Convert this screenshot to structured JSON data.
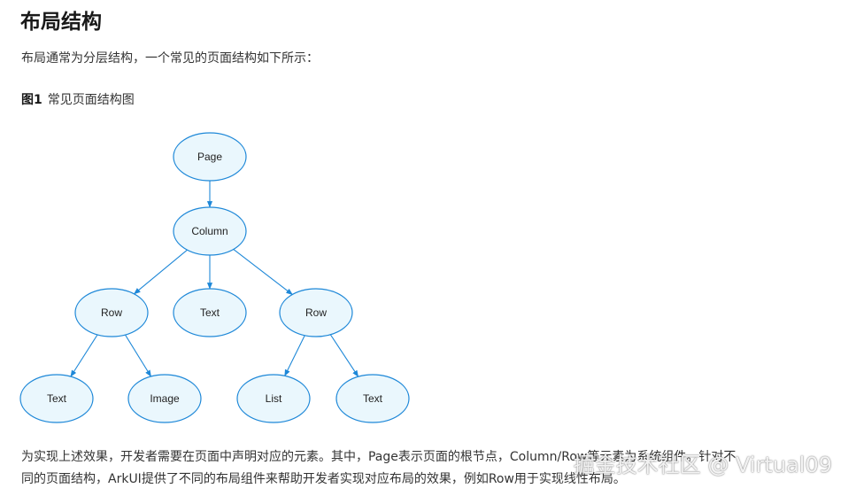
{
  "article": {
    "title": "布局结构",
    "intro": "布局通常为分层结构，一个常见的页面结构如下所示：",
    "figure": {
      "number": "图1",
      "caption": "常见页面结构图"
    },
    "body_line_1": "为实现上述效果，开发者需要在页面中声明对应的元素。其中，Page表示页面的根节点，Column/Row等元素为系统组件。针对不",
    "body_line_2": "同的页面结构，ArkUI提供了不同的布局组件来帮助开发者实现对应布局的效果，例如Row用于实现线性布局。"
  },
  "diagram": {
    "nodes": [
      {
        "id": "page",
        "label": "Page"
      },
      {
        "id": "column",
        "label": "Column"
      },
      {
        "id": "row-left",
        "label": "Row"
      },
      {
        "id": "text-middle",
        "label": "Text"
      },
      {
        "id": "row-right",
        "label": "Row"
      },
      {
        "id": "text-left",
        "label": "Text"
      },
      {
        "id": "image",
        "label": "Image"
      },
      {
        "id": "list",
        "label": "List"
      },
      {
        "id": "text-right",
        "label": "Text"
      }
    ],
    "edges": [
      [
        "page",
        "column"
      ],
      [
        "column",
        "row-left"
      ],
      [
        "column",
        "text-middle"
      ],
      [
        "column",
        "row-right"
      ],
      [
        "row-left",
        "text-left"
      ],
      [
        "row-left",
        "image"
      ],
      [
        "row-right",
        "list"
      ],
      [
        "row-right",
        "text-right"
      ]
    ],
    "colors": {
      "stroke": "#1e88d8",
      "fill": "#eaf7fd"
    }
  },
  "watermark": {
    "text": "掘金技术社区 @ Virtual09"
  }
}
